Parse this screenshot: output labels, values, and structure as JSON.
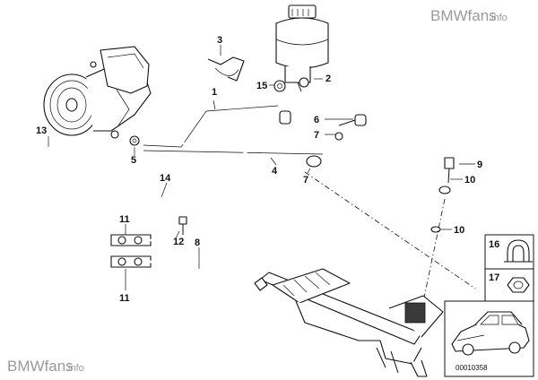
{
  "watermark": {
    "top": {
      "brand": "BMWfans",
      "tld": ".info"
    },
    "bottom": {
      "brand": "BMWfans",
      "tld": ".info"
    }
  },
  "diagram_ref": "00010358",
  "callouts": [
    {
      "id": "c1",
      "label": "1"
    },
    {
      "id": "c2",
      "label": "2"
    },
    {
      "id": "c3",
      "label": "3"
    },
    {
      "id": "c4",
      "label": "4"
    },
    {
      "id": "c5",
      "label": "5"
    },
    {
      "id": "c6",
      "label": "6"
    },
    {
      "id": "c7a",
      "label": "7"
    },
    {
      "id": "c7b",
      "label": "7"
    },
    {
      "id": "c8",
      "label": "8"
    },
    {
      "id": "c9",
      "label": "9"
    },
    {
      "id": "c10a",
      "label": "10"
    },
    {
      "id": "c10b",
      "label": "10"
    },
    {
      "id": "c11a",
      "label": "11"
    },
    {
      "id": "c11b",
      "label": "11"
    },
    {
      "id": "c12",
      "label": "12"
    },
    {
      "id": "c13",
      "label": "13"
    },
    {
      "id": "c14",
      "label": "14"
    },
    {
      "id": "c15",
      "label": "15"
    },
    {
      "id": "c16",
      "label": "16"
    },
    {
      "id": "c17",
      "label": "17"
    }
  ]
}
